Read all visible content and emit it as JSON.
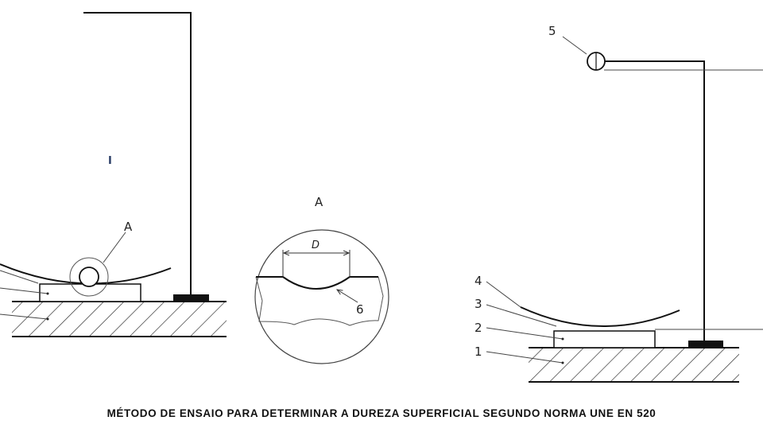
{
  "figure": {
    "left_mark": "I",
    "detail_callout": "A",
    "detail_title": "A",
    "dimension_label": "D",
    "labels": [
      "1",
      "2",
      "3",
      "4",
      "5",
      "6"
    ]
  },
  "caption": "MÉTODO DE ENSAIO PARA DETERMINAR A DUREZA SUPERFICIAL SEGUNDO NORMA UNE EN 520",
  "colors": {
    "line": "#111111",
    "background": "#ffffff"
  }
}
